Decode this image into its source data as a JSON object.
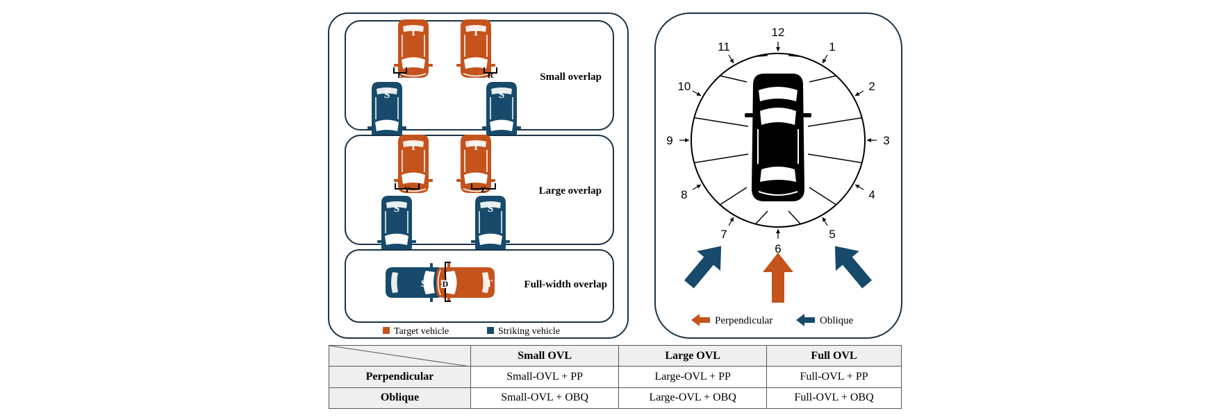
{
  "left_panel": {
    "panels": [
      {
        "label": "Small overlap",
        "measures": [
          "L",
          "R"
        ]
      },
      {
        "label": "Large overlap",
        "measures": [
          "Y",
          "Z"
        ]
      },
      {
        "label": "Full-width overlap",
        "measures": [
          "D"
        ]
      }
    ],
    "target_letter": "T",
    "striking_letter": "S",
    "legend": {
      "target": "Target vehicle",
      "striking": "Striking vehicle"
    }
  },
  "right_panel": {
    "clock_numbers": [
      "1",
      "2",
      "3",
      "4",
      "5",
      "6",
      "7",
      "8",
      "9",
      "10",
      "11",
      "12"
    ],
    "legend": {
      "perpendicular": "Perpendicular",
      "oblique": "Oblique"
    }
  },
  "colors": {
    "target": "#c4531c",
    "striking": "#174a6b"
  },
  "table": {
    "columns": [
      "Small OVL",
      "Large OVL",
      "Full OVL"
    ],
    "rows": [
      {
        "label": "Perpendicular",
        "cells": [
          "Small-OVL + PP",
          "Large-OVL + PP",
          "Full-OVL + PP"
        ]
      },
      {
        "label": "Oblique",
        "cells": [
          "Small-OVL + OBQ",
          "Large-OVL + OBQ",
          "Full-OVL + OBQ"
        ]
      }
    ]
  }
}
